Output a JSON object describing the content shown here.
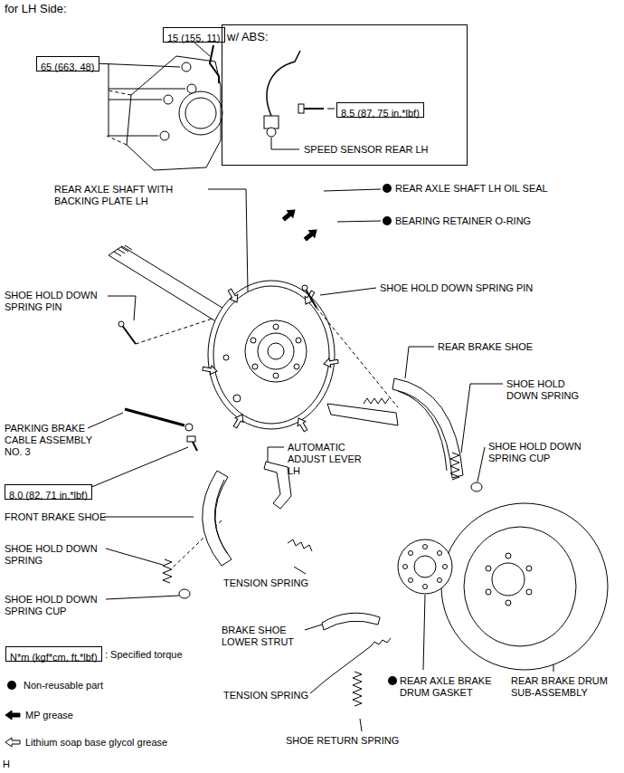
{
  "diagram": {
    "title": "for LH Side:",
    "nodes": [
      {
        "text": [
          "65 (663, 48)"
        ]
      },
      {
        "text": [
          "15 (155, 11)"
        ]
      },
      {
        "text": [
          "w/ ABS:"
        ]
      },
      {
        "text": [
          "8.5 (87, 75 in.*lbf)"
        ],
        "in": 2
      },
      {
        "text": [
          "8.0 (82, 71 in.*lbf)"
        ]
      },
      {
        "text": [
          "N*m (kgf*cm, ft.*lbf)"
        ]
      }
    ],
    "labels": [
      "SPEED SENSOR REAR LH",
      "REAR AXLE SHAFT WITH BACKING PLATE LH",
      "REAR AXLE SHAFT LH OIL SEAL",
      "BEARING RETAINER O-RING",
      "SHOE HOLD DOWN SPRING PIN",
      "SHOE HOLD DOWN SPRING PIN",
      "REAR BRAKE SHOE",
      "SHOE HOLD DOWN SPRING",
      "PARKING BRAKE CABLE ASSEMBLY NO. 3",
      "AUTOMATIC ADJUST LEVER LH",
      "SHOE HOLD DOWN SPRING CUP",
      "FRONT BRAKE SHOE",
      "SHOE HOLD DOWN SPRING",
      "TENSION SPRING",
      "SHOE HOLD DOWN SPRING CUP",
      "BRAKE SHOE LOWER STRUT",
      "REAR AXLE BRAKE DRUM GASKET",
      "REAR BRAKE DRUM SUB-ASSEMBLY",
      "TENSION SPRING",
      "SHOE RETURN SPRING",
      "H"
    ],
    "legend": [
      {
        "text": ": Specified torque"
      },
      {
        "text": "Non-reusable part"
      },
      {
        "text": "MP grease"
      },
      {
        "text": "Lithium soap base glycol grease"
      }
    ]
  }
}
